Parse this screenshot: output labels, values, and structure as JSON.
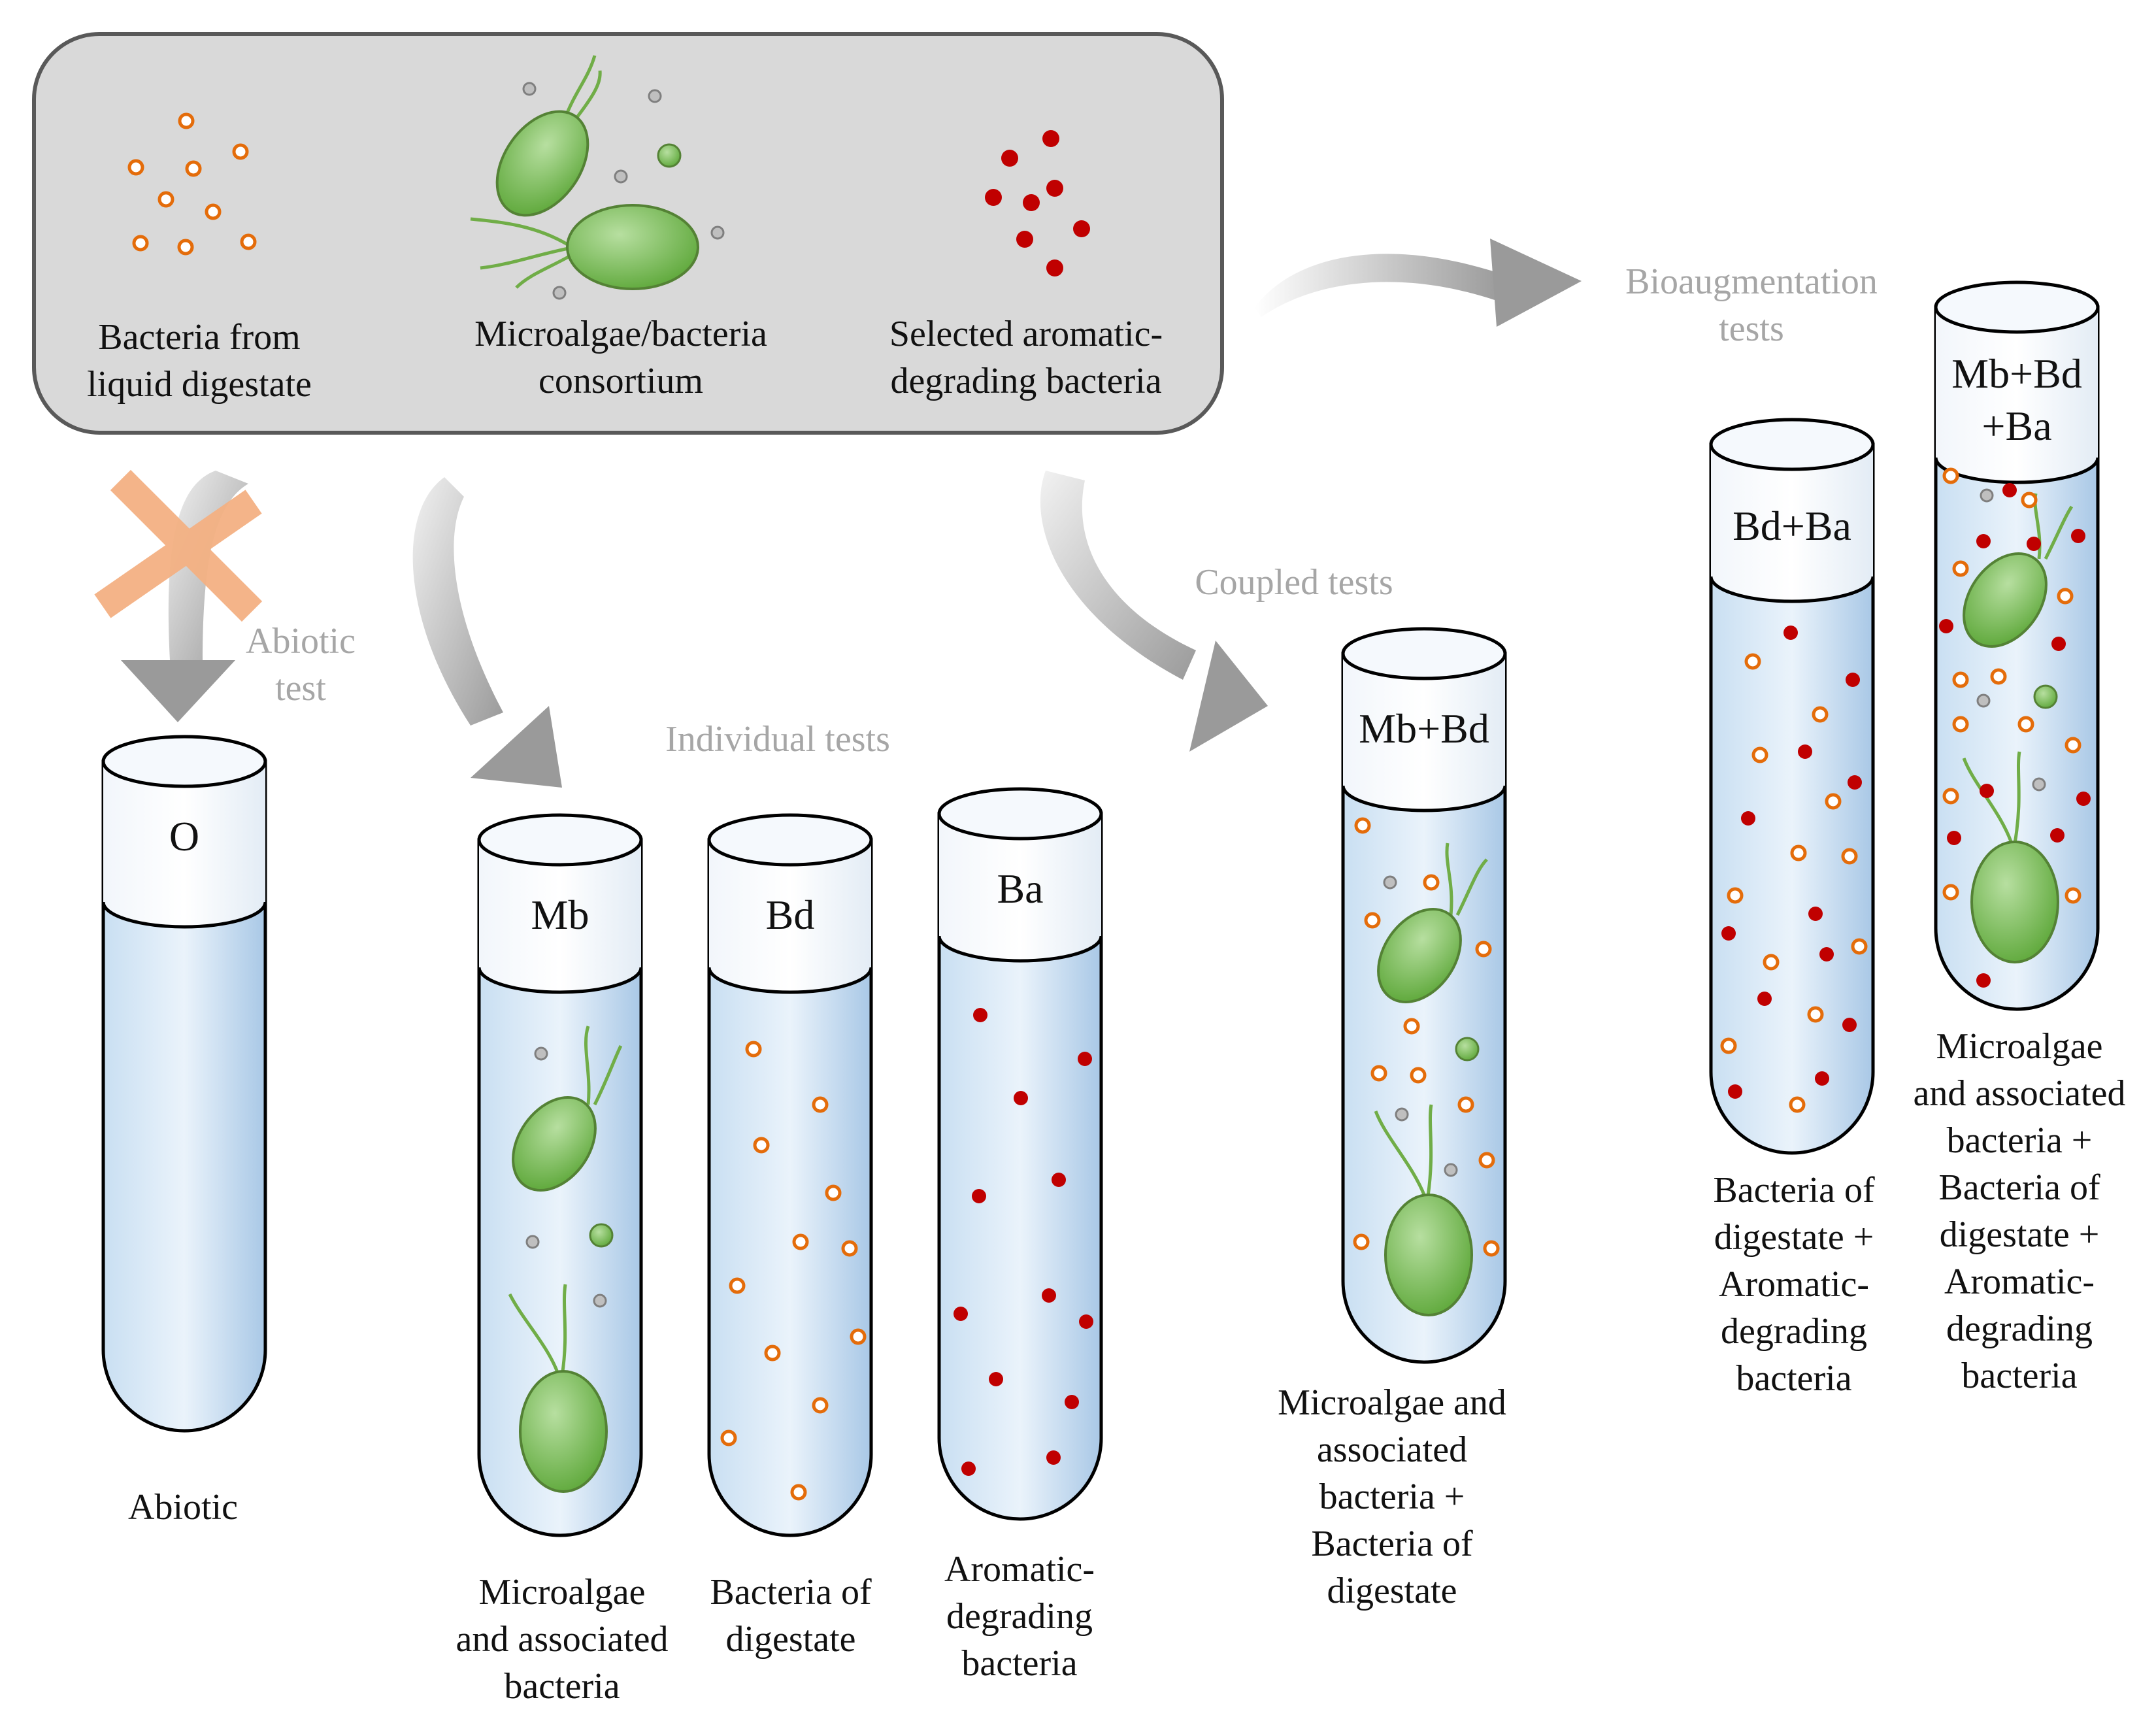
{
  "sources": {
    "bacteria_digestate": "Bacteria from\nliquid digestate",
    "microalgae_consortium": "Microalgae/bacteria\nconsortium",
    "aromatic_bacteria": "Selected aromatic-\ndegrading bacteria"
  },
  "groups": {
    "abiotic": "Abiotic\ntest",
    "individual": "Individual tests",
    "coupled": "Coupled tests",
    "bioaugmentation": "Bioaugmentation\ntests"
  },
  "tubes": [
    {
      "code": "O",
      "caption": "Abiotic"
    },
    {
      "code": "Mb",
      "caption": "Microalgae\nand associated\nbacteria"
    },
    {
      "code": "Bd",
      "caption": "Bacteria of\ndigestate"
    },
    {
      "code": "Ba",
      "caption": "Aromatic-\ndegrading\nbacteria"
    },
    {
      "code": "Mb+Bd",
      "caption": "Microalgae and\nassociated\nbacteria +\nBacteria of\ndigestate"
    },
    {
      "code": "Bd+Ba",
      "caption": "Bacteria of\ndigestate +\nAromatic-\ndegrading\nbacteria"
    },
    {
      "code": "Mb+Bd\n+Ba",
      "caption": "Microalgae\nand associated\nbacteria +\nBacteria of\ndigestate +\nAromatic-\ndegrading\nbacteria"
    }
  ],
  "colors": {
    "panel": "#d9d9d9",
    "panel_border": "#595959",
    "liquid": "#bdd7ee",
    "digestate_bacteria": "#e46c0a",
    "aromatic_bacteria": "#c00000",
    "algae": "#70ad47",
    "associated_bacteria": "#a6a6a6",
    "arrow": "#a6a6a6",
    "cross": "#f4b183"
  },
  "icons": [
    "cross-icon",
    "curved-arrow-icon",
    "algae-cell-icon",
    "bacterium-icon"
  ]
}
